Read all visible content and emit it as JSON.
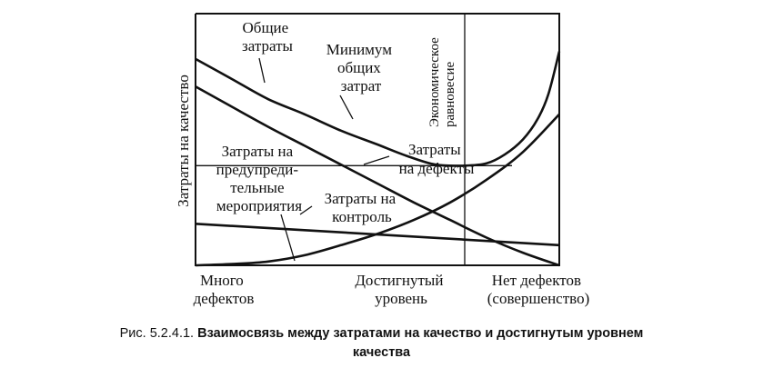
{
  "chart_data": {
    "type": "line",
    "title": "",
    "ylabel": "Затраты на качество",
    "x_tick_labels": [
      {
        "lines": [
          "Много",
          "дефектов"
        ]
      },
      {
        "lines": [
          "Достигнутый",
          "уровень"
        ]
      },
      {
        "lines": [
          "Нет дефектов",
          "(совершенство)"
        ]
      }
    ],
    "xlim": [
      0,
      100
    ],
    "ylim": [
      0,
      100
    ],
    "grid": false,
    "series": [
      {
        "name": "Общие затраты",
        "x": [
          0,
          10,
          20,
          30,
          40,
          50,
          58,
          66,
          74,
          80,
          85,
          90,
          94,
          97,
          100
        ],
        "y": [
          82,
          74,
          66,
          60,
          53.5,
          48,
          43.5,
          40,
          39.6,
          40.5,
          44,
          50,
          58,
          68,
          85
        ]
      },
      {
        "name": "Затраты на дефекты",
        "x": [
          0,
          10,
          20,
          30,
          40,
          50,
          60,
          70,
          80,
          90,
          100
        ],
        "y": [
          71,
          63,
          55,
          47.5,
          40,
          32.5,
          25,
          18,
          11,
          5,
          0
        ]
      },
      {
        "name": "Затраты на предупредительные мероприятия",
        "x": [
          0,
          100
        ],
        "y": [
          16.5,
          8
        ]
      },
      {
        "name": "Затраты на контроль",
        "x": [
          0,
          10,
          20,
          30,
          40,
          50,
          60,
          70,
          80,
          90,
          100
        ],
        "y": [
          0,
          0.5,
          1.5,
          4,
          8,
          12.5,
          18,
          25,
          34,
          45,
          60
        ]
      }
    ],
    "reference_lines": {
      "horizontal_y": 39.6,
      "vertical_x": 74
    },
    "annotations": [
      {
        "lines": [
          "Общие",
          "затраты"
        ]
      },
      {
        "lines": [
          "Минимум",
          "общих",
          "затрат"
        ]
      },
      {
        "lines": [
          "Экономическое",
          "равновесие"
        ]
      },
      {
        "lines": [
          "Затраты",
          "на дефекты"
        ]
      },
      {
        "lines": [
          "Затраты на",
          "предупреди-",
          "тельные",
          "мероприятия"
        ]
      },
      {
        "lines": [
          "Затраты на",
          "контроль"
        ]
      }
    ]
  },
  "caption": {
    "prefix": "Рис. 5.2.4.1. ",
    "bold_line1": "Взаимосвязь между затратами на качество и достигнутым уровнем",
    "bold_line2": "качества"
  },
  "colors": {
    "ink": "#111111",
    "background": "#ffffff"
  }
}
